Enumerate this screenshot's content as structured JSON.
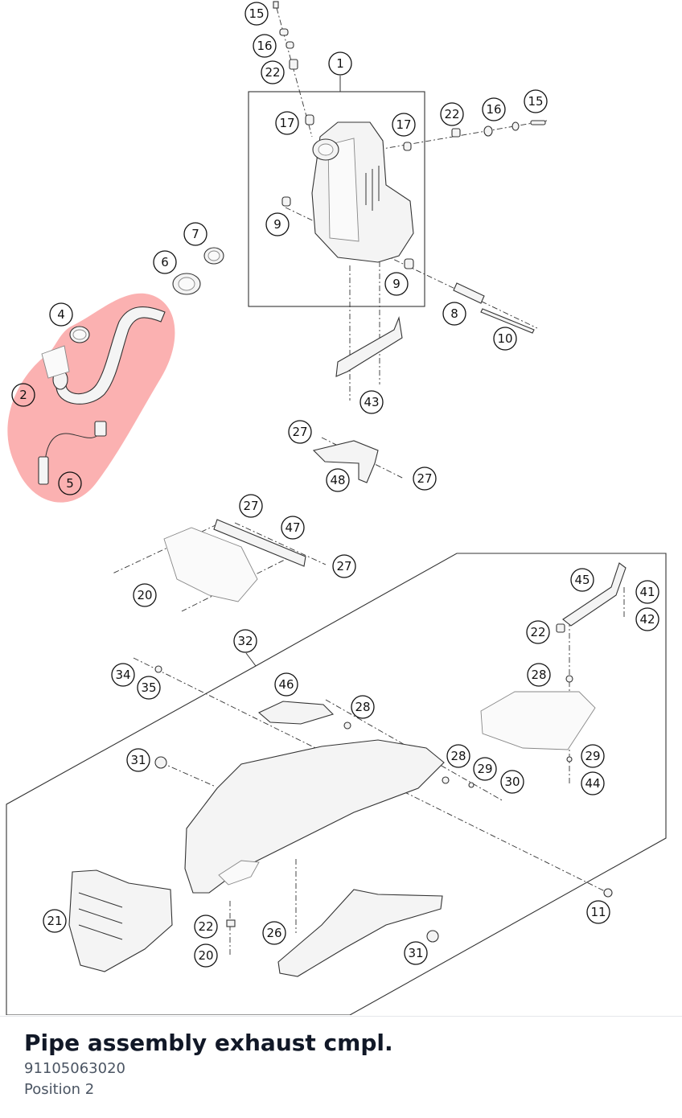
{
  "caption": {
    "title": "Pipe assembly exhaust cmpl.",
    "part_number": "91105063020",
    "position": "Position 2"
  },
  "highlight": {
    "color": "#f87171",
    "highlighted_callout": "2"
  },
  "callouts": [
    "15",
    "16",
    "22",
    "1",
    "17",
    "17",
    "22",
    "16",
    "15",
    "9",
    "9",
    "8",
    "10",
    "7",
    "6",
    "4",
    "2",
    "5",
    "43",
    "27",
    "27",
    "48",
    "27",
    "47",
    "27",
    "20",
    "45",
    "41",
    "42",
    "22",
    "32",
    "34",
    "35",
    "46",
    "28",
    "28",
    "28",
    "29",
    "30",
    "29",
    "44",
    "31",
    "11",
    "21",
    "22",
    "20",
    "26",
    "31"
  ]
}
